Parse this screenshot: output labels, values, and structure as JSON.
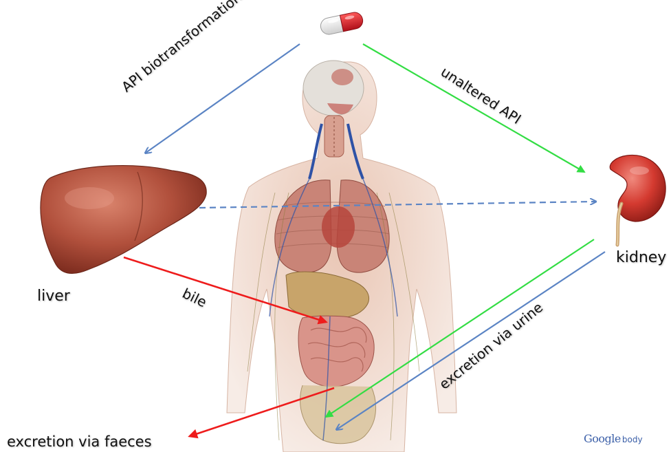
{
  "labels": {
    "liver": "liver",
    "kidney": "kidney",
    "bile": "bile",
    "api_biotransformation": "API biotransformation",
    "unaltered_api": "unaltered API",
    "excretion_urine": "excretion via urine",
    "excretion_faeces": "excretion via faeces"
  },
  "brand": {
    "google": "Google",
    "body": "body"
  },
  "colors": {
    "blue_arrow": "#5b84c4",
    "green_arrow": "#33dd44",
    "red_arrow": "#ee1c1c",
    "liver": "#a94432",
    "kidney": "#d3342c",
    "pill_red": "#d8202a",
    "pill_white": "#f4f4f4"
  },
  "icons": {
    "pill": "capsule-icon",
    "liver": "liver-organ-icon",
    "kidney": "kidney-organ-icon",
    "body": "human-anatomy-figure"
  }
}
